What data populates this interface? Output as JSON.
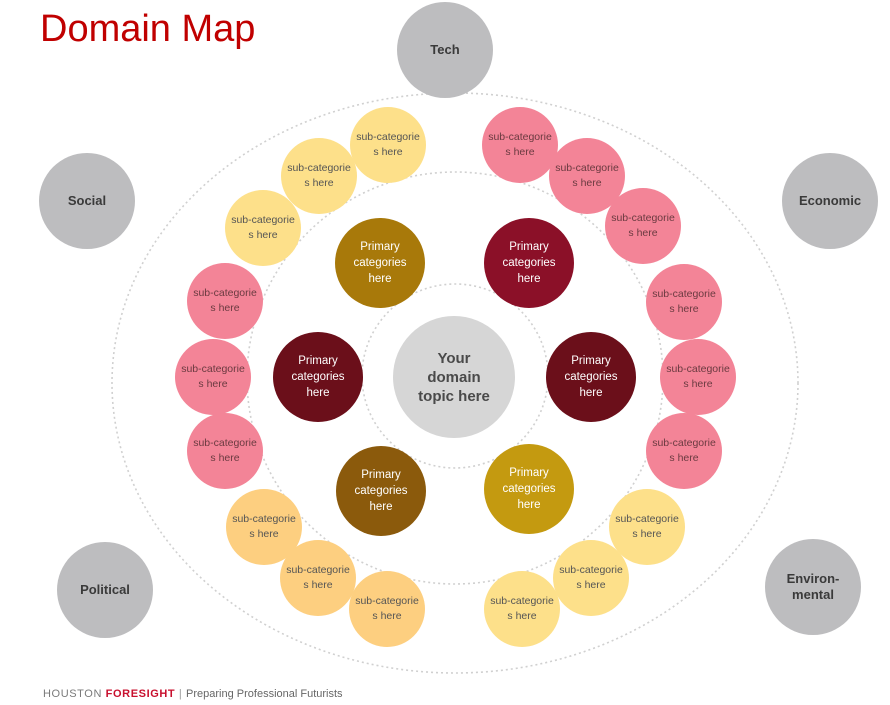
{
  "title": "Domain Map",
  "center": "Your domain topic here",
  "outer": {
    "tech": "Tech",
    "social": "Social",
    "economic": "Economic",
    "political": "Political",
    "environmental": "Environ-mental"
  },
  "primary_label": "Primary categories here",
  "sub_label": "sub-categorie s here",
  "colors": {
    "title": "#c00000",
    "primary_gold": "#a8790a",
    "primary_crimson": "#8b1028",
    "primary_maroon": "#6b0f1a",
    "primary_brown": "#8b5a0c",
    "primary_mustard": "#c49a10",
    "sub_yellow": "#fde08a",
    "sub_orange": "#fdcf80",
    "sub_pink": "#f38497",
    "outer_gray": "#bdbdbf",
    "center_gray": "#d6d6d6"
  },
  "footer": {
    "brand": "HOUSTON",
    "brand_accent": "FORESIGHT",
    "separator": "|",
    "tagline": "Preparing Professional Futurists"
  }
}
